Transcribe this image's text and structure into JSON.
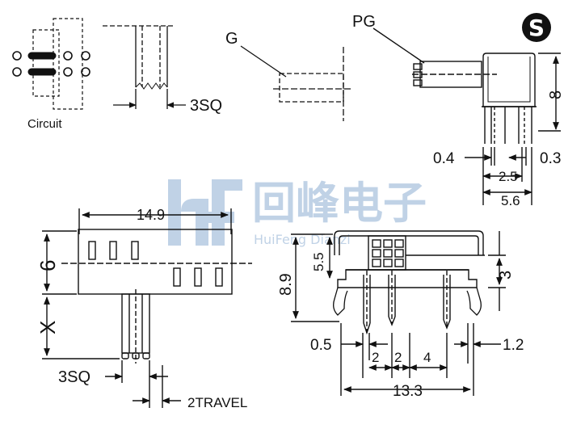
{
  "labels": {
    "circuit": "Circuit",
    "sq_top": "3SQ",
    "g": "G",
    "pg": "PG",
    "s_logo": "S",
    "dim_8": "8",
    "dim_0_4": "0.4",
    "dim_0_3": "0.3",
    "dim_2_5": "2.5",
    "dim_5_6": "5.6",
    "dim_14_9": "14.9",
    "dim_6": "6",
    "dim_x": "X",
    "sq_bottom": "3SQ",
    "travel": "2TRAVEL",
    "dim_5_5": "5.5",
    "dim_8_9": "8.9",
    "dim_3": "3",
    "dim_0_5": "0.5",
    "dim_2a": "2",
    "dim_2b": "2",
    "dim_4": "4",
    "dim_1_2": "1.2",
    "dim_13_3": "13.3"
  },
  "watermark": {
    "chinese": "回峰电子",
    "latin": "HuiFeng Dianzi",
    "color": "#1f5fa8"
  },
  "colors": {
    "ink": "#111111",
    "watermark": "#c9d9ee"
  }
}
